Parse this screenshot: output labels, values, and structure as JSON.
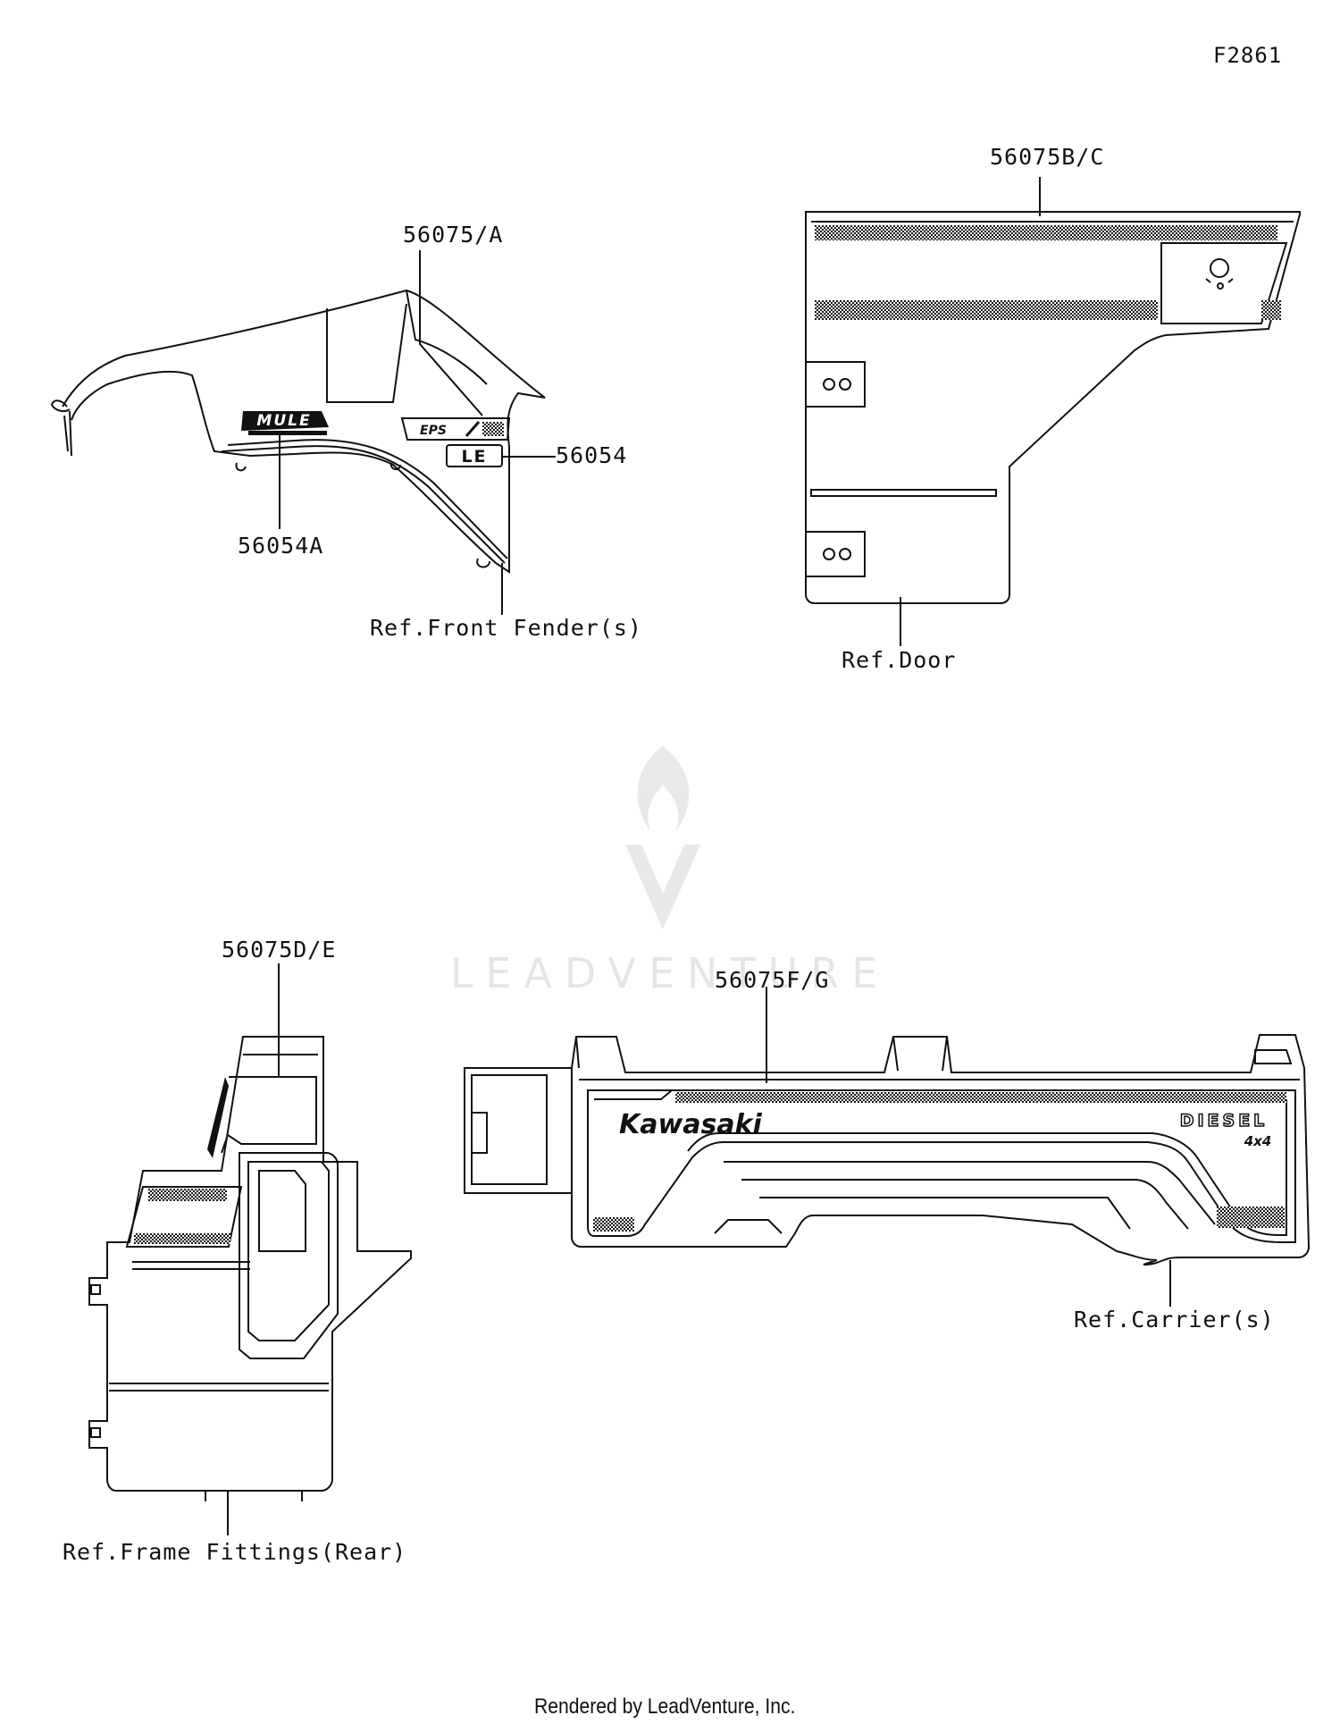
{
  "diagram_id": "F2861",
  "watermark": "LEADVENTURE",
  "footer": "Rendered by LeadVenture, Inc.",
  "decal_text": {
    "mule": "MULE",
    "eps": "EPS",
    "le": "LE",
    "kawasaki": "Kawasaki",
    "diesel": "DIESEL",
    "fourbyfour": "4x4"
  },
  "callouts": {
    "c56075a": "56075/A",
    "c56054": "56054",
    "c56054a": "56054A",
    "ref_front_fender": "Ref.Front Fender(s)",
    "c56075bc": "56075B/C",
    "ref_door": "Ref.Door",
    "c56075de": "56075D/E",
    "ref_frame_fittings": "Ref.Frame Fittings(Rear)",
    "c56075fg": "56075F/G",
    "ref_carrier": "Ref.Carrier(s)"
  }
}
